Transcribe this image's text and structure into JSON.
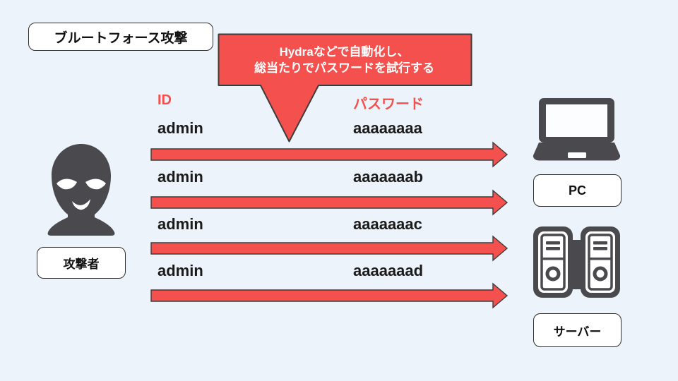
{
  "colors": {
    "background": "#edf3fa",
    "accent_red": "#f4514e",
    "icon_gray": "#4a4a4e",
    "outline_dark": "#3c3c3c"
  },
  "title_box": {
    "label": "ブルートフォース攻撃"
  },
  "callout": {
    "line1": "Hydraなどで自動化し、",
    "line2": "総当たりでパスワードを試行する"
  },
  "table": {
    "id_header": "ID",
    "password_header": "パスワード",
    "rows": [
      {
        "id": "admin",
        "password": "aaaaaaaa"
      },
      {
        "id": "admin",
        "password": "aaaaaaab"
      },
      {
        "id": "admin",
        "password": "aaaaaaac"
      },
      {
        "id": "admin",
        "password": "aaaaaaad"
      }
    ]
  },
  "attacker": {
    "label": "攻撃者",
    "icon": "masked-attacker-icon"
  },
  "targets": {
    "pc_label": "PC",
    "pc_icon": "laptop-icon",
    "server_label": "サーバー",
    "server_icon": "server-icon"
  },
  "arrows": {
    "count": 4,
    "meaning": "password attempts toward target"
  }
}
